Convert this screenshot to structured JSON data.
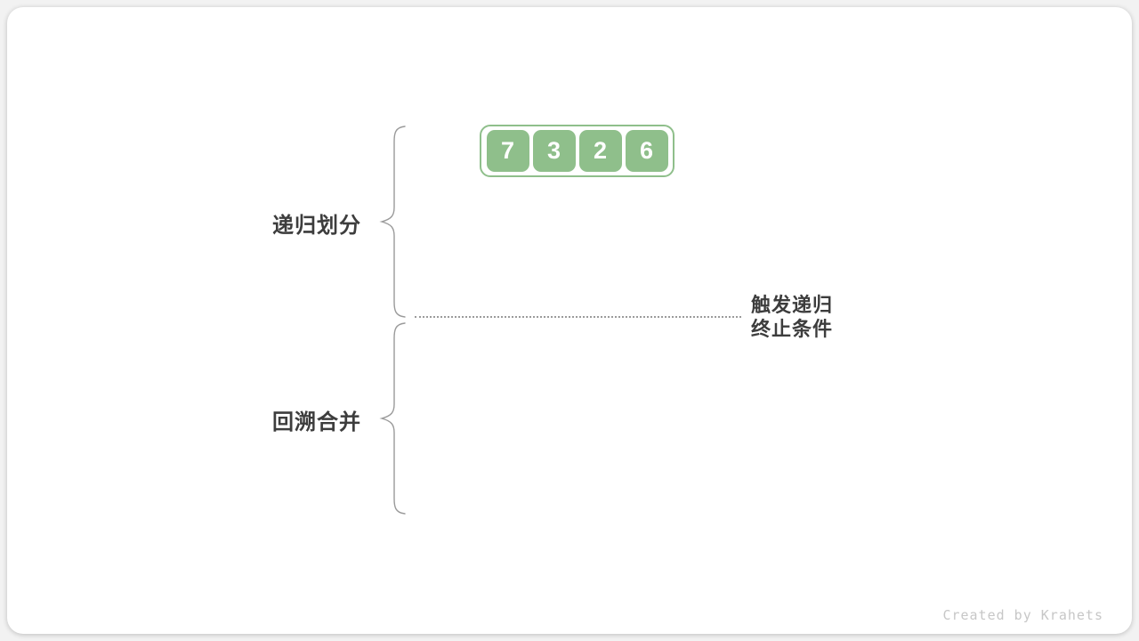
{
  "diagram": {
    "array": {
      "values": [
        "7",
        "3",
        "2",
        "6"
      ]
    },
    "labels": {
      "divide_phase": "递归划分",
      "merge_phase": "回溯合并",
      "annotation_line1": "触发递归",
      "annotation_line2": "终止条件"
    },
    "footer": {
      "credit": "Created by Krahets"
    },
    "colors": {
      "cell_green": "#8FBF8B",
      "label_text": "#3d3d3d",
      "brace_gray": "#9a9a9a",
      "dotted_gray": "#9b9b9b",
      "credit_gray": "#c7c7c7",
      "card_background": "#ffffff",
      "page_background": "#f2f2f2"
    }
  }
}
